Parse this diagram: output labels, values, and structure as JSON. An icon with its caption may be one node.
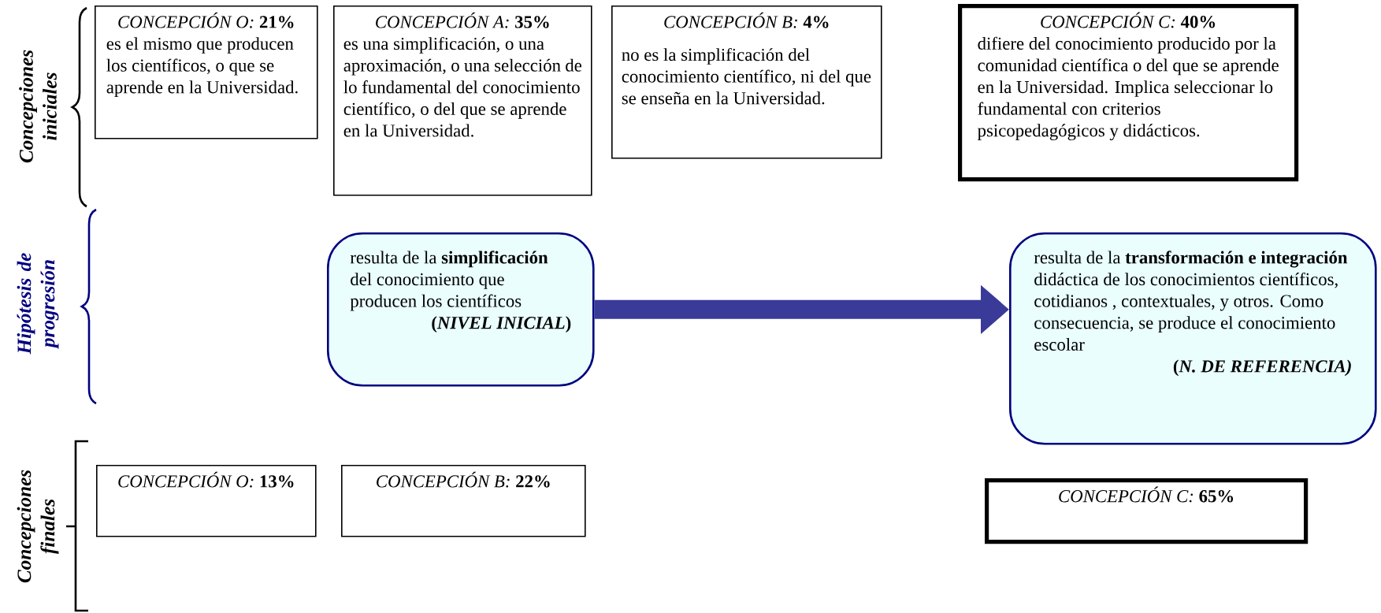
{
  "diagram": {
    "nodes": [
      {
        "text": [
          "*CONCEPCIÓN O:* **21%**",
          "es el mismo que producen los científicos, o que se aprende en la Universidad."
        ]
      },
      {
        "text": [
          "*CONCEPCIÓN A:* **35%**",
          "es una simplificación, o una aproximación, o una selección de lo fundamental del conocimiento científico, o del que se aprende en la Universidad."
        ]
      },
      {
        "text": [
          "*CONCEPCIÓN B:* **4%**",
          "no es la simplificación del conocimiento científico, ni del que se enseña en la Universidad."
        ]
      },
      {
        "text": [
          "*CONCEPCIÓN C:* **40%**",
          "difiere del conocimiento producido por la comunidad científica o del que se aprende en la Universidad. Implica seleccionar lo fundamental con criterios psicopedagógicos y didácticos."
        ]
      },
      {
        "text": [
          "resulta de la **simplificación** del conocimiento que producen los científicos",
          "(*NIVEL INICIAL*)"
        ]
      },
      {
        "text": [
          "resulta de la **transformación e integración** didáctica de los conocimientos científicos, cotidianos , contextuales, y otros. Como consecuencia, se produce el conocimiento escolar",
          "(*N. DE REFERENCIA)*"
        ]
      },
      {
        "text": [
          "*CONCEPCIÓN O:* **13%**"
        ]
      },
      {
        "text": [
          "*CONCEPCIÓN B:* **22%**"
        ]
      },
      {
        "text": [
          "*CONCEPCIÓN C:* **65%**"
        ]
      }
    ],
    "edges": [
      {
        "from": 4,
        "to": 5,
        "arrow": "to"
      }
    ],
    "labels": [
      "Concepciones iniciales",
      "Hipótesis de progresión",
      "Concepciones finales"
    ]
  }
}
